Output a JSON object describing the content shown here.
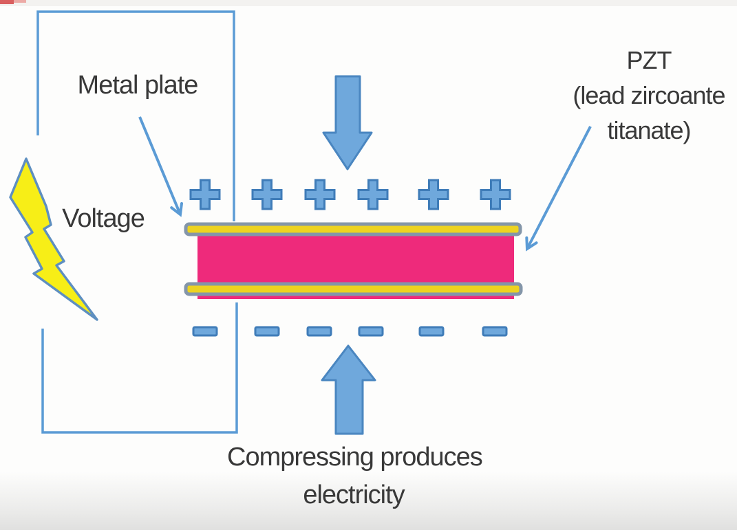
{
  "diagram": {
    "title_context": "Piezoelectric effect diagram",
    "labels": {
      "metal_plate": "Metal plate",
      "voltage": "Voltage",
      "pzt_line1": "PZT",
      "pzt_line2": "(lead zircoante",
      "pzt_line3": "titanate)",
      "caption_line1": "Compressing produces",
      "caption_line2": "electricity"
    },
    "charges": {
      "plus_symbol": "+",
      "minus_symbol": "−",
      "plus_count": 6,
      "minus_count": 6
    },
    "icons": {
      "voltage_bolt": "lightning-bolt",
      "compress_top": "down-arrow",
      "compress_bottom": "up-arrow",
      "metal_plate_pointer": "arrow-to-plate",
      "pzt_pointer": "arrow-to-pzt"
    },
    "colors": {
      "wire_blue": "#5b9bd5",
      "charge_fill": "#6fa8dc",
      "charge_border": "#3f7cb8",
      "arrow_fill": "#6fa8dc",
      "arrow_border": "#4a86c0",
      "pzt_pink": "#ee2a7b",
      "plate_yellow": "#edd321",
      "plate_border": "#8496a9",
      "bolt_yellow": "#f7ee17",
      "bolt_border": "#5e8fc0",
      "text": "#383838",
      "background": "#fdfdfc",
      "bottom_fade": "#e0e0df"
    }
  }
}
